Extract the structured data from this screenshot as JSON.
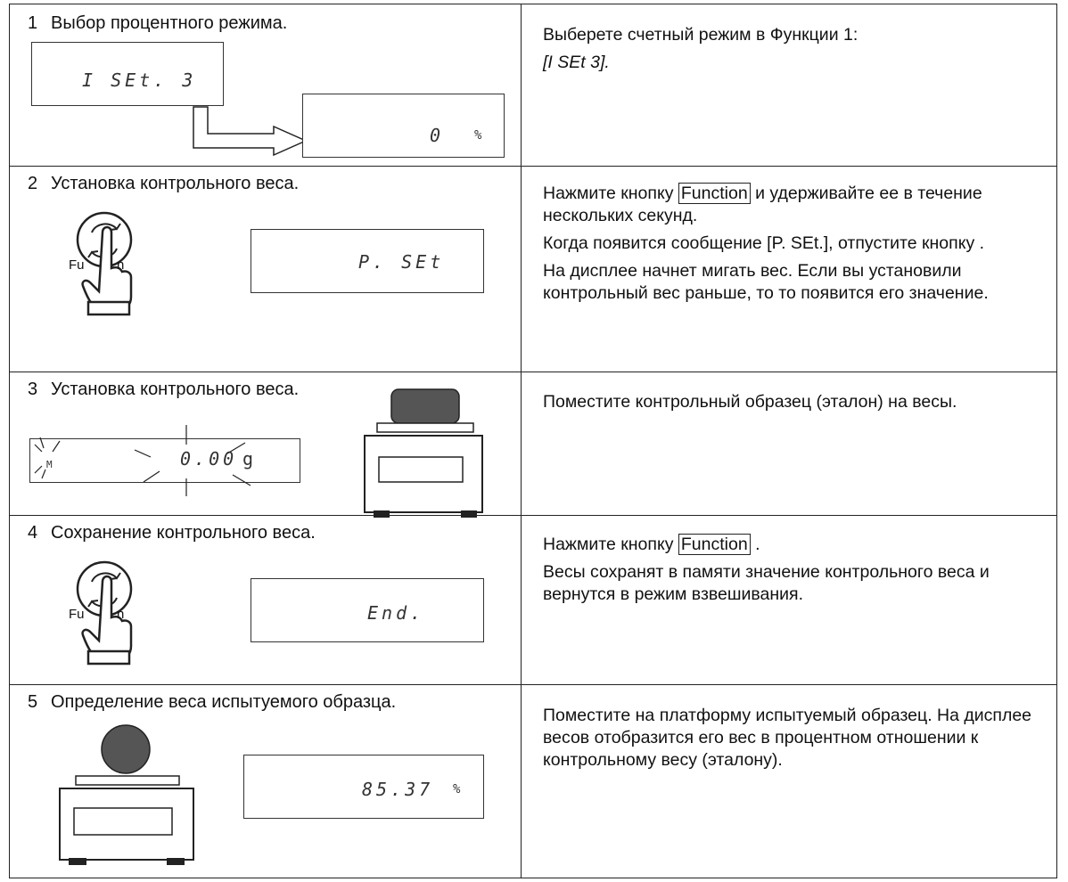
{
  "steps": [
    {
      "title_num": "1",
      "title": "Выбор процентного режима.",
      "lcd_a": "I SEt. 3",
      "lcd_b": "0",
      "lcd_b_unit": "%",
      "desc": [
        "Выберете счетный режим в Функции 1:",
        "[I   SEt   3]."
      ]
    },
    {
      "title_num": "2",
      "title": "Установка контрольного веса.",
      "button_label": "Function",
      "lcd": "P. SEt",
      "desc_prefix": "Нажмите кнопку ",
      "desc_key": "Function",
      "desc_suffix": " и удерживайте ее в течение нескольких секунд.",
      "desc2": "Когда появится сообщение [P.   SEt.], отпустите кнопку .",
      "desc3": "На дисплее начнет мигать вес. Если вы установили контрольный вес раньше, то то появится его значение."
    },
    {
      "title_num": "3",
      "title": "Установка контрольного веса.",
      "lcd_mark": "M",
      "lcd": "0.00",
      "lcd_unit": "g",
      "desc": "Поместите контрольный образец (эталон) на весы."
    },
    {
      "title_num": "4",
      "title": "Сохранение контрольного веса.",
      "button_label": "Function",
      "lcd": "End.",
      "desc_prefix": "Нажмите кнопку ",
      "desc_key": "Function",
      "desc_suffix": " .",
      "desc2": "Весы сохранят в памяти значение контрольного веса и вернутся в режим взвешивания."
    },
    {
      "title_num": "5",
      "title": "Определение веса испытуемого образца.",
      "lcd": "85.37",
      "lcd_unit": "%",
      "desc": "Поместите на платформу испытуемый образец. На дисплее весов отобразится его вес в процентном отношении к контрольному весу (эталону)."
    }
  ]
}
